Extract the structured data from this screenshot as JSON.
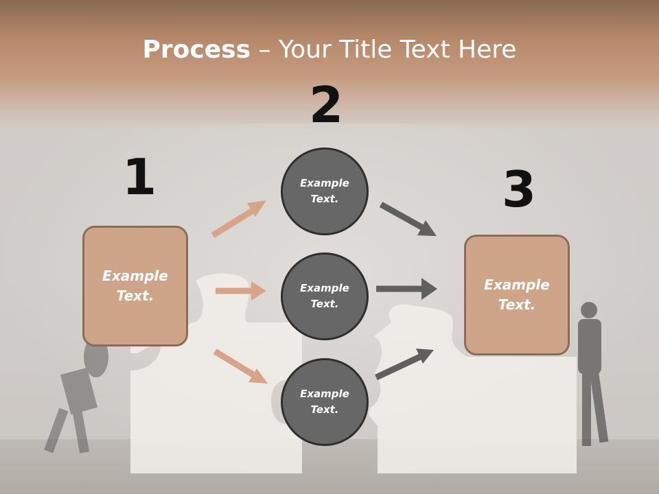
{
  "title": {
    "bold": "Process",
    "rest": " – Your Title Text Here"
  },
  "steps": [
    {
      "number": "1",
      "label_line1": "Example",
      "label_line2": "Text."
    },
    {
      "number": "2"
    },
    {
      "number": "3",
      "label_line1": "Example",
      "label_line2": "Text."
    }
  ],
  "circles": [
    {
      "label_line1": "Example",
      "label_line2": "Text."
    },
    {
      "label_line1": "Example",
      "label_line2": "Text."
    },
    {
      "label_line1": "Example",
      "label_line2": "Text."
    }
  ],
  "colors": {
    "box_fill": "#cfa58a",
    "box_border": "#8e6a58",
    "circle_fill": "#676767",
    "circle_border": "#2e2e2e",
    "arrow_tan": "#d7a489",
    "arrow_gray": "#5f5f5f"
  }
}
